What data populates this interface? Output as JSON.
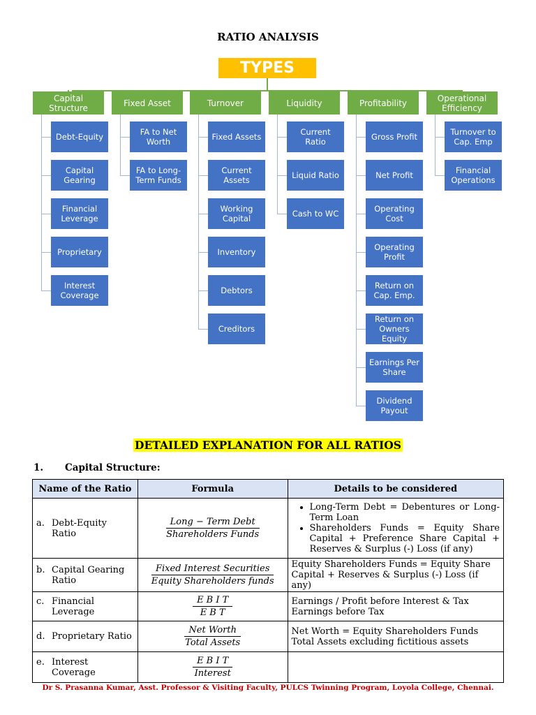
{
  "title": "RATIO ANALYSIS",
  "types_label": "TYPES",
  "categories": [
    {
      "label": "Capital Structure",
      "items": [
        "Debt-Equity",
        "Capital Gearing",
        "Financial Leverage",
        "Proprietary",
        "Interest Coverage"
      ]
    },
    {
      "label": "Fixed Asset",
      "items": [
        "FA to Net Worth",
        "FA to Long-Term Funds"
      ]
    },
    {
      "label": "Turnover",
      "items": [
        "Fixed Assets",
        "Current Assets",
        "Working Capital",
        "Inventory",
        "Debtors",
        "Creditors"
      ]
    },
    {
      "label": "Liquidity",
      "items": [
        "Current Ratio",
        "Liquid Ratio",
        "Cash to WC"
      ]
    },
    {
      "label": "Profitability",
      "items": [
        "Gross Profit",
        "Net Profit",
        "Operating Cost",
        "Operating Profit",
        "Return on Cap. Emp.",
        "Return on Owners Equity",
        "Earnings Per Share",
        "Dividend Payout"
      ]
    },
    {
      "label": "Operational Efficiency",
      "items": [
        "Turnover to Cap. Emp",
        "Financial Operations"
      ]
    }
  ],
  "section_title": "DETAILED EXPLANATION FOR ALL RATIOS",
  "section": {
    "number": "1.",
    "heading": "Capital Structure:"
  },
  "table": {
    "headers": [
      "Name of the Ratio",
      "Formula",
      "Details to be considered"
    ],
    "rows": [
      {
        "letter": "a.",
        "name": "Debt-Equity Ratio",
        "numerator": "Long − Term Debt",
        "denominator": "Shareholders Funds",
        "details": [
          "Long-Term Debt = Debentures or Long-Term Loan",
          "Shareholders Funds = Equity Share Capital + Preference Share Capital + Reserves & Surplus (-) Loss (if any)"
        ]
      },
      {
        "letter": "b.",
        "name": "Capital Gearing Ratio",
        "numerator": "Fixed Interest Securities",
        "denominator": "Equity Shareholders funds",
        "details": [
          "Equity Shareholders Funds = Equity Share Capital + Reserves & Surplus (-) Loss (if any)"
        ]
      },
      {
        "letter": "c.",
        "name": "Financial Leverage",
        "numerator": "E B I T",
        "denominator": "E B T",
        "details": [
          "Earnings / Profit before Interest & Tax",
          "Earnings before Tax"
        ]
      },
      {
        "letter": "d.",
        "name": "Proprietary Ratio",
        "numerator": "Net Worth",
        "denominator": "Total Assets",
        "details": [
          "Net Worth = Equity Shareholders Funds",
          "Total Assets excluding fictitious assets"
        ]
      },
      {
        "letter": "e.",
        "name": "Interest Coverage",
        "numerator": "E B I T",
        "denominator": "Interest",
        "details": []
      }
    ]
  },
  "footer": "Dr S. Prasanna Kumar, Asst. Professor & Visiting Faculty, PULCS Twinning Program, Loyola College, Chennai.",
  "colors": {
    "types": "#ffc000",
    "category": "#70ad47",
    "item": "#4472c4",
    "header_fill": "#dae3f3",
    "highlight": "#ffff00",
    "footer": "#c00000"
  }
}
